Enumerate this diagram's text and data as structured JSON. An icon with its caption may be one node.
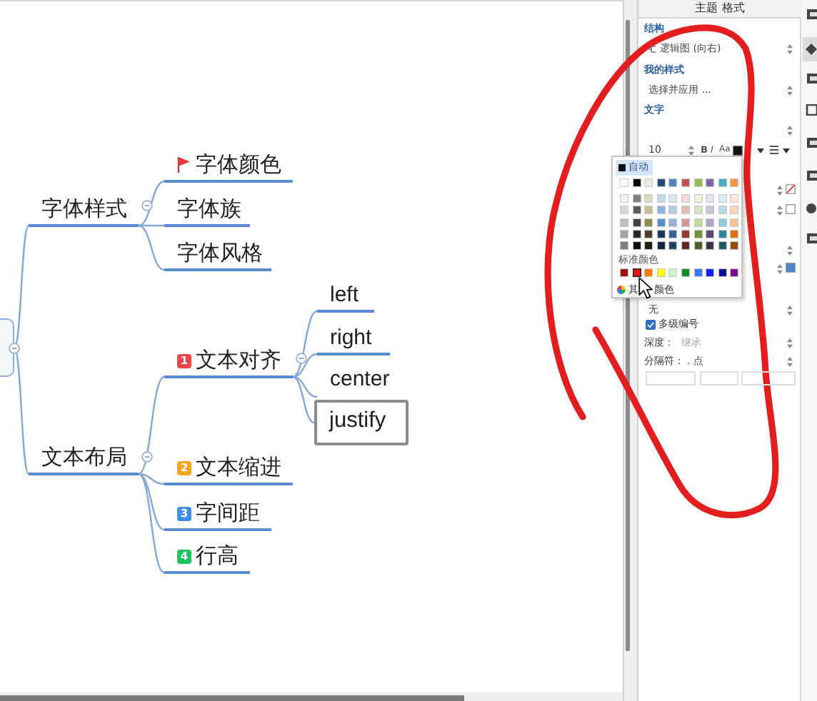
{
  "diagram": {
    "nodes": [
      {
        "text": [],
        "shape": "box"
      },
      {
        "text": [
          "字体样式"
        ]
      },
      {
        "text": [
          "字体颜色"
        ]
      },
      {
        "text": [
          "字体族"
        ]
      },
      {
        "text": [
          "字体风格"
        ]
      },
      {
        "text": [
          "文本布局"
        ]
      },
      {
        "text": [
          "1",
          "文本对齐"
        ]
      },
      {
        "text": [
          "left"
        ]
      },
      {
        "text": [
          "right"
        ]
      },
      {
        "text": [
          "center"
        ]
      },
      {
        "text": [
          "justify"
        ]
      },
      {
        "text": [
          "2",
          "文本缩进"
        ]
      },
      {
        "text": [
          "3",
          "字间距"
        ]
      },
      {
        "text": [
          "4",
          "行高"
        ]
      }
    ],
    "edges": [
      {
        "from": 0,
        "to": 1,
        "arrow": "none"
      },
      {
        "from": 0,
        "to": 5,
        "arrow": "none"
      },
      {
        "from": 1,
        "to": 2,
        "arrow": "none"
      },
      {
        "from": 1,
        "to": 3,
        "arrow": "none"
      },
      {
        "from": 1,
        "to": 4,
        "arrow": "none"
      },
      {
        "from": 5,
        "to": 6,
        "arrow": "none"
      },
      {
        "from": 5,
        "to": 11,
        "arrow": "none"
      },
      {
        "from": 5,
        "to": 12,
        "arrow": "none"
      },
      {
        "from": 5,
        "to": 13,
        "arrow": "none"
      },
      {
        "from": 6,
        "to": 7,
        "arrow": "none"
      },
      {
        "from": 6,
        "to": 8,
        "arrow": "none"
      },
      {
        "from": 6,
        "to": 9,
        "arrow": "none"
      },
      {
        "from": 6,
        "to": 10,
        "arrow": "none"
      }
    ],
    "labels": [
      "主题 格式",
      "结构",
      "逻辑图 (向右)",
      "我的样式",
      "选择并应用 ...",
      "文字",
      "10",
      "B",
      "I",
      "Aa",
      "自动",
      "标准颜色",
      "其",
      "颜色",
      "无",
      "多级编号",
      "深度：",
      "继承",
      "分隔符：",
      ". 点"
    ]
  }
}
